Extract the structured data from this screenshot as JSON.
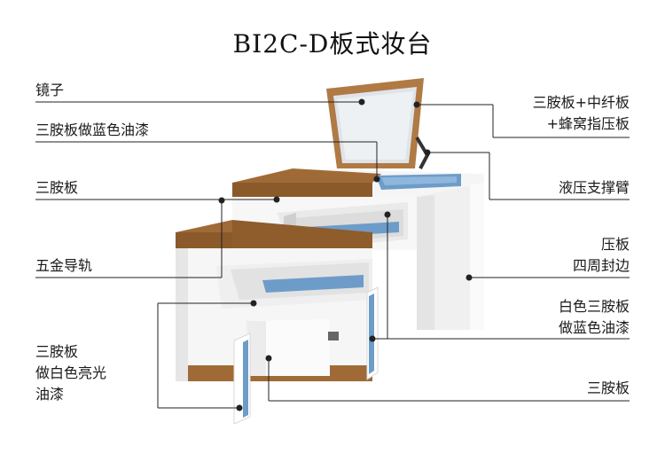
{
  "title": "BI2C-D板式妆台",
  "labels_left": {
    "mirror": "镜子",
    "board_blue_paint": "三胺板做蓝色油漆",
    "board": "三胺板",
    "hardware_rail": "五金导轨",
    "gloss_white_lines": [
      "三胺板",
      "做白色亮光",
      "油漆"
    ]
  },
  "labels_right": {
    "mirror_back_lines": [
      "三胺板+中纤板",
      "+蜂窝指压板"
    ],
    "hydraulic_arm": "液压支撑臂",
    "edge_banding_lines": [
      "压板",
      "四周封边"
    ],
    "white_blue_lines": [
      "白色三胺板",
      "做蓝色油漆"
    ],
    "board": "三胺板"
  },
  "colors": {
    "wood": "#8b5a2b",
    "wood_light": "#a86f3a",
    "white_body": "#f7f7f7",
    "blue_accent": "#6d9cc9",
    "line": "#222222"
  }
}
